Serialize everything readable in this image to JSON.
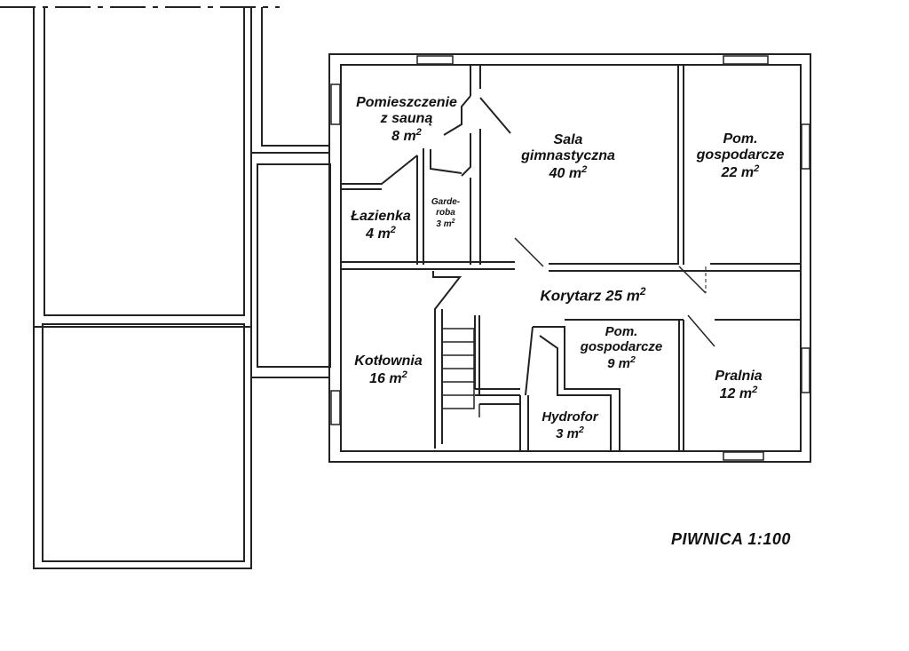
{
  "drawing": {
    "title": "PIWNICA 1:100",
    "area_unit": "m",
    "area_exponent": "2",
    "rooms": [
      {
        "id": "sauna",
        "name_lines": [
          "Pomieszczenie",
          "z sauną"
        ],
        "area": "8"
      },
      {
        "id": "gym",
        "name_lines": [
          "Sala",
          "gimnastyczna"
        ],
        "area": "40"
      },
      {
        "id": "utility-22",
        "name_lines": [
          "Pom.",
          "gospodarcze"
        ],
        "area": "22"
      },
      {
        "id": "bathroom",
        "name_lines": [
          "Łazienka"
        ],
        "area": "4"
      },
      {
        "id": "wardrobe",
        "name_lines": [
          "Garde-",
          "roba"
        ],
        "area": "3"
      },
      {
        "id": "corridor",
        "name_lines": [
          "Korytarz 25"
        ],
        "area": ""
      },
      {
        "id": "boiler-room",
        "name_lines": [
          "Kotłownia"
        ],
        "area": "16"
      },
      {
        "id": "utility-9",
        "name_lines": [
          "Pom.",
          "gospodarcze"
        ],
        "area": "9"
      },
      {
        "id": "laundry",
        "name_lines": [
          "Pralnia"
        ],
        "area": "12"
      },
      {
        "id": "hydrophore",
        "name_lines": [
          "Hydrofor"
        ],
        "area": "3"
      }
    ]
  }
}
